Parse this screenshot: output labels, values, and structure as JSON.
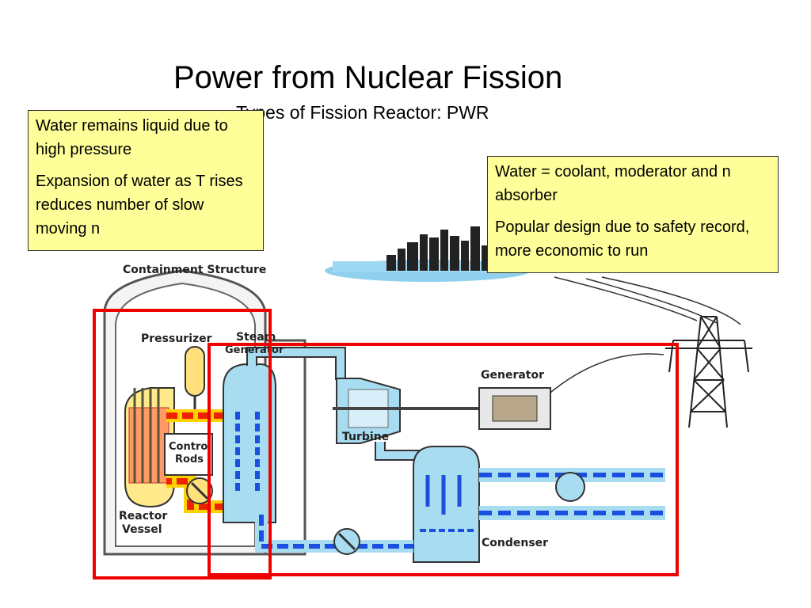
{
  "slide": {
    "title": "Power from Nuclear Fission",
    "subtitle": "Types of Fission Reactor: PWR"
  },
  "notes": {
    "left": [
      "Water remains liquid due to high pressure",
      "Expansion of water as T rises reduces number of slow moving n"
    ],
    "right": [
      "Water = coolant, moderator and n absorber",
      "Popular design due to safety record, more economic to run"
    ]
  },
  "diagram": {
    "labels": {
      "containment": "Containment Structure",
      "pressurizer": "Pressurizer",
      "steam_generator_1": "Steam",
      "steam_generator_2": "Generator",
      "control_rods_1": "Control",
      "control_rods_2": "Rods",
      "reactor_vessel_1": "Reactor",
      "reactor_vessel_2": "Vessel",
      "turbine": "Turbine",
      "generator": "Generator",
      "condenser": "Condenser"
    },
    "colors": {
      "highlight": "#ee0000",
      "primary_loop": "#ee2200",
      "secondary_loop": "#1a4fe0",
      "water": "#a8dcf0",
      "note_bg": "#ffff99"
    }
  }
}
